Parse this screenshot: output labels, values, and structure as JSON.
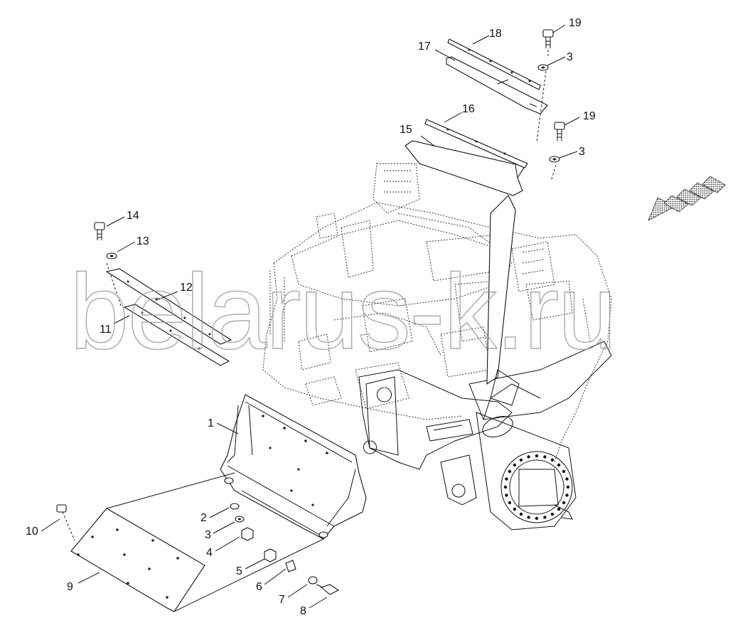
{
  "watermark": "belarus-k.ru",
  "callouts": [
    {
      "id": "c1",
      "text": "1"
    },
    {
      "id": "c2",
      "text": "2"
    },
    {
      "id": "c3a",
      "text": "3"
    },
    {
      "id": "c3b",
      "text": "3"
    },
    {
      "id": "c3c",
      "text": "3"
    },
    {
      "id": "c4",
      "text": "4"
    },
    {
      "id": "c5",
      "text": "5"
    },
    {
      "id": "c6",
      "text": "6"
    },
    {
      "id": "c7",
      "text": "7"
    },
    {
      "id": "c8",
      "text": "8"
    },
    {
      "id": "c9",
      "text": "9"
    },
    {
      "id": "c10",
      "text": "10"
    },
    {
      "id": "c11",
      "text": "11"
    },
    {
      "id": "c12",
      "text": "12"
    },
    {
      "id": "c13",
      "text": "13"
    },
    {
      "id": "c14",
      "text": "14"
    },
    {
      "id": "c15",
      "text": "15"
    },
    {
      "id": "c16",
      "text": "16"
    },
    {
      "id": "c17",
      "text": "17"
    },
    {
      "id": "c18",
      "text": "18"
    },
    {
      "id": "c19a",
      "text": "19"
    },
    {
      "id": "c19b",
      "text": "19"
    }
  ]
}
